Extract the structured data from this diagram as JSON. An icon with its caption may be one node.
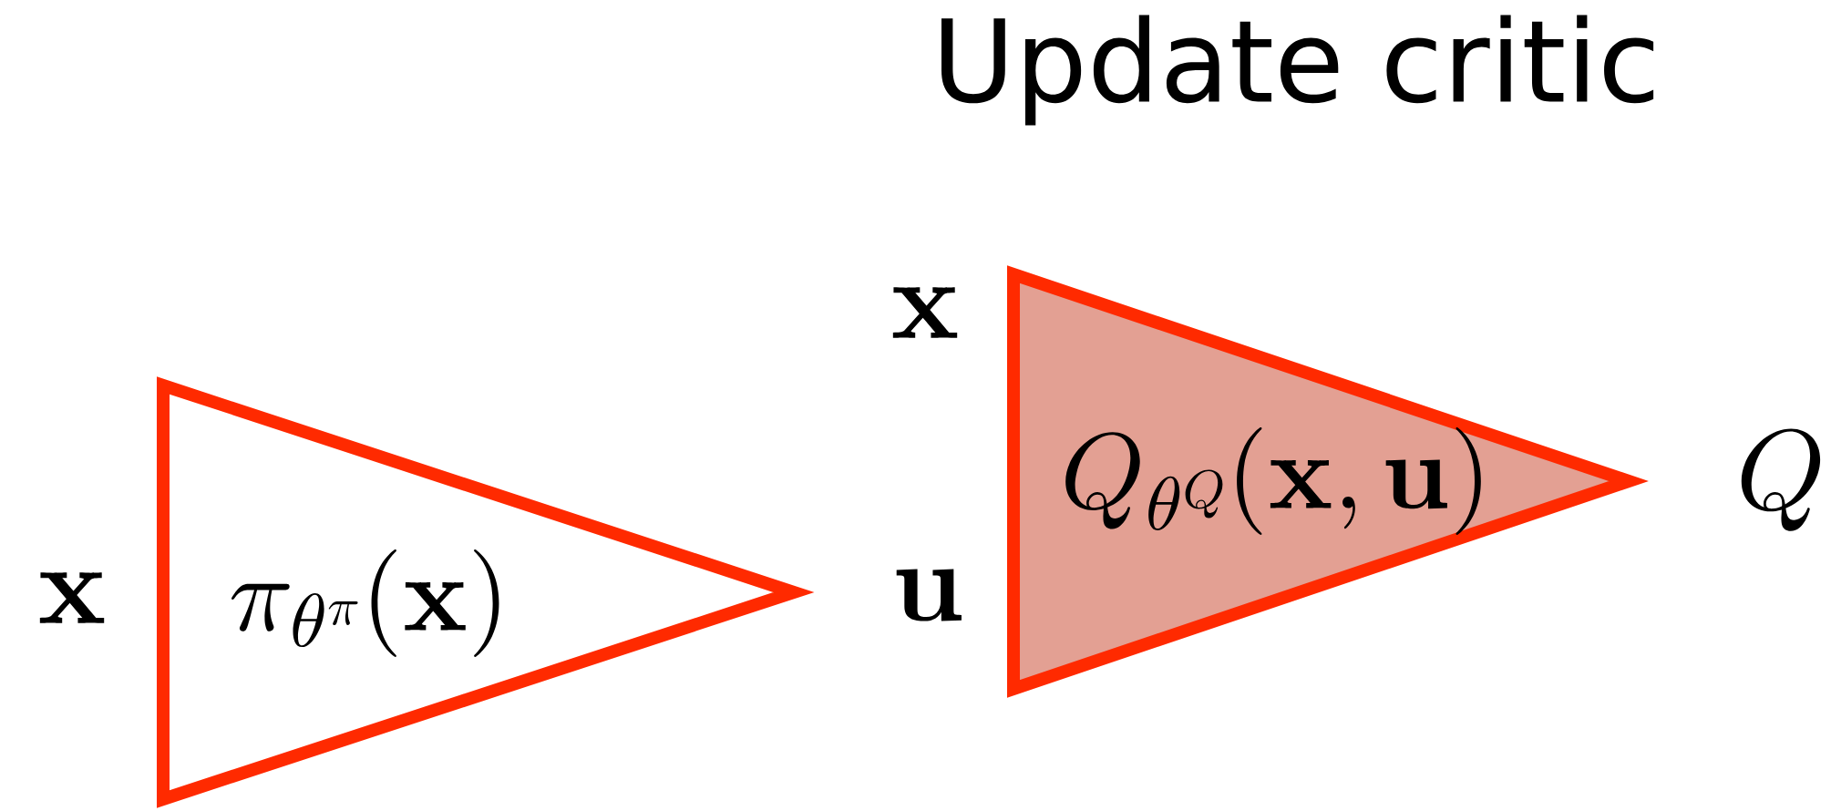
{
  "diagram": {
    "title": "Update critic",
    "nodes": [
      {
        "text": [
          "\\pi_{\\theta^{\\pi}}(\\mathbf{x})"
        ]
      },
      {
        "text": [
          "Q_{\\theta^{Q}}(\\mathbf{x},\\mathbf{u})"
        ]
      }
    ],
    "labels": [
      "\\mathbf{x}",
      "\\mathbf{u}",
      "\\mathbf{x}",
      "Q"
    ]
  }
}
